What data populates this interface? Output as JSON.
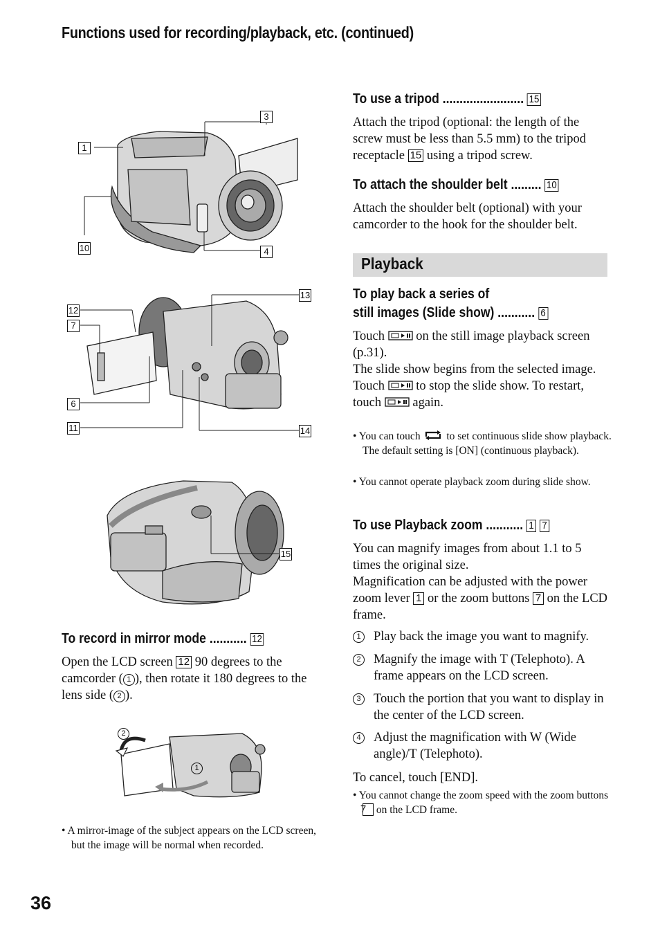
{
  "header": {
    "title": "Functions used for recording/playback, etc. (continued)"
  },
  "page_number": "36",
  "figures": {
    "fig1_callouts": [
      "1",
      "3",
      "10",
      "4"
    ],
    "fig2_callouts": [
      "12",
      "7",
      "6",
      "11",
      "13",
      "14"
    ],
    "fig3_callouts": [
      "15"
    ],
    "fig4_callouts": [
      "2",
      "1"
    ]
  },
  "mirror": {
    "heading": "To record in mirror mode",
    "ref": "12",
    "body_a": "Open the LCD screen",
    "body_ref": "12",
    "body_b": "90 degrees to the camcorder (",
    "circ1": "1",
    "body_c": "), then rotate it 180 degrees to the lens side (",
    "circ2": "2",
    "body_d": ").",
    "note": "• A mirror-image of the subject appears on the LCD screen, but the image will be normal when recorded."
  },
  "tripod": {
    "heading": "To use a tripod",
    "ref": "15",
    "body_a": "Attach the tripod (optional: the length of the screw must be less than 5.5 mm) to the tripod receptacle",
    "body_ref": "15",
    "body_b": "using a tripod screw."
  },
  "belt": {
    "heading": "To attach the shoulder belt",
    "ref": "10",
    "body": "Attach the shoulder belt (optional) with your camcorder to the hook for the shoulder belt."
  },
  "playback": {
    "section_title": "Playback"
  },
  "slideshow": {
    "heading_line1": "To play back a series of",
    "heading_line2": "still images (Slide show)",
    "ref": "6",
    "p1a": "Touch",
    "p1b": "on the still image playback screen (p.31).",
    "p2": "The slide show begins from the selected image.",
    "p3a": "Touch",
    "p3b": "to stop the slide show. To restart, touch",
    "p3c": "again.",
    "note1a": "• You can touch",
    "note1b": "to set continuous slide show playback. The default setting is [ON] (continuous playback).",
    "note2": "• You cannot operate playback zoom during slide show."
  },
  "zoom": {
    "heading": "To use Playback zoom",
    "ref1": "1",
    "ref2": "7",
    "p1": "You can magnify images from about 1.1 to 5 times the original size.",
    "p2a": "Magnification can be adjusted with the power zoom lever",
    "p2ref1": "1",
    "p2b": "or the zoom buttons",
    "p2ref2": "7",
    "p2c": "on the LCD frame.",
    "steps": [
      {
        "num": "1",
        "text": "Play back the image you want to magnify."
      },
      {
        "num": "2",
        "text": "Magnify the image with T (Telephoto). A frame appears on the LCD screen."
      },
      {
        "num": "3",
        "text": "Touch the portion that you want to display in the center of the LCD screen."
      },
      {
        "num": "4",
        "text": "Adjust the magnification with W (Wide angle)/T (Telephoto)."
      }
    ],
    "cancel": "To cancel, touch [END].",
    "note_a": "• You cannot change the zoom speed with the zoom buttons",
    "note_ref": "7",
    "note_b": "on the LCD frame."
  }
}
